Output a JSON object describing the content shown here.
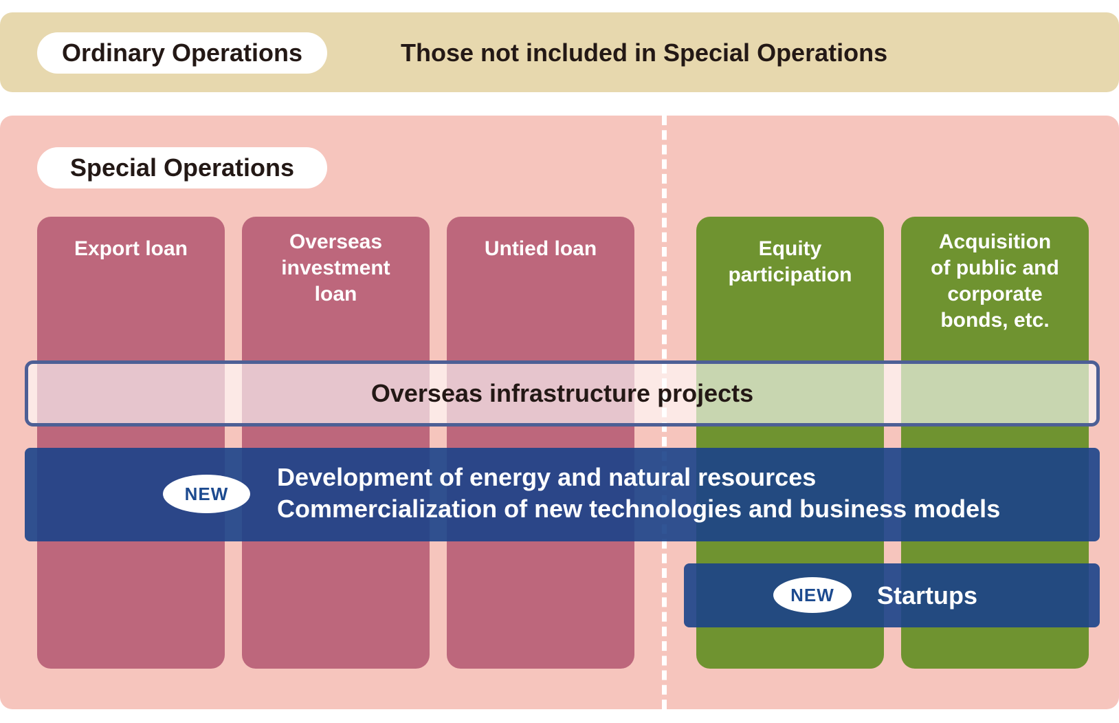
{
  "ordinary": {
    "label": "Ordinary Operations",
    "description": "Those not included in Special Operations"
  },
  "special": {
    "label": "Special Operations"
  },
  "columns": [
    {
      "lines": [
        "Export loan"
      ],
      "color": "#bd677c"
    },
    {
      "lines": [
        "Overseas",
        "investment",
        "loan"
      ],
      "color": "#bd677c"
    },
    {
      "lines": [
        "Untied loan"
      ],
      "color": "#bd677c"
    },
    {
      "lines": [
        "Equity",
        "participation"
      ],
      "color": "#6f9330"
    },
    {
      "lines": [
        "Acquisition",
        "of public and",
        "corporate",
        "bonds, etc."
      ],
      "color": "#6f9330"
    }
  ],
  "bands": {
    "infrastructure": "Overseas infrastructure projects",
    "development": {
      "badge": "NEW",
      "line1": "Development of energy and natural resources",
      "line2": "Commercialization of new technologies and business models"
    },
    "startups": {
      "badge": "NEW",
      "label": "Startups"
    }
  },
  "colors": {
    "ordinary_bg": "#e7d8ae",
    "special_bg": "#f6c5bd",
    "loan_column": "#bd677c",
    "investment_column": "#6f9330",
    "band_blue": "#1b438a",
    "infra_border": "#4d5f95"
  }
}
